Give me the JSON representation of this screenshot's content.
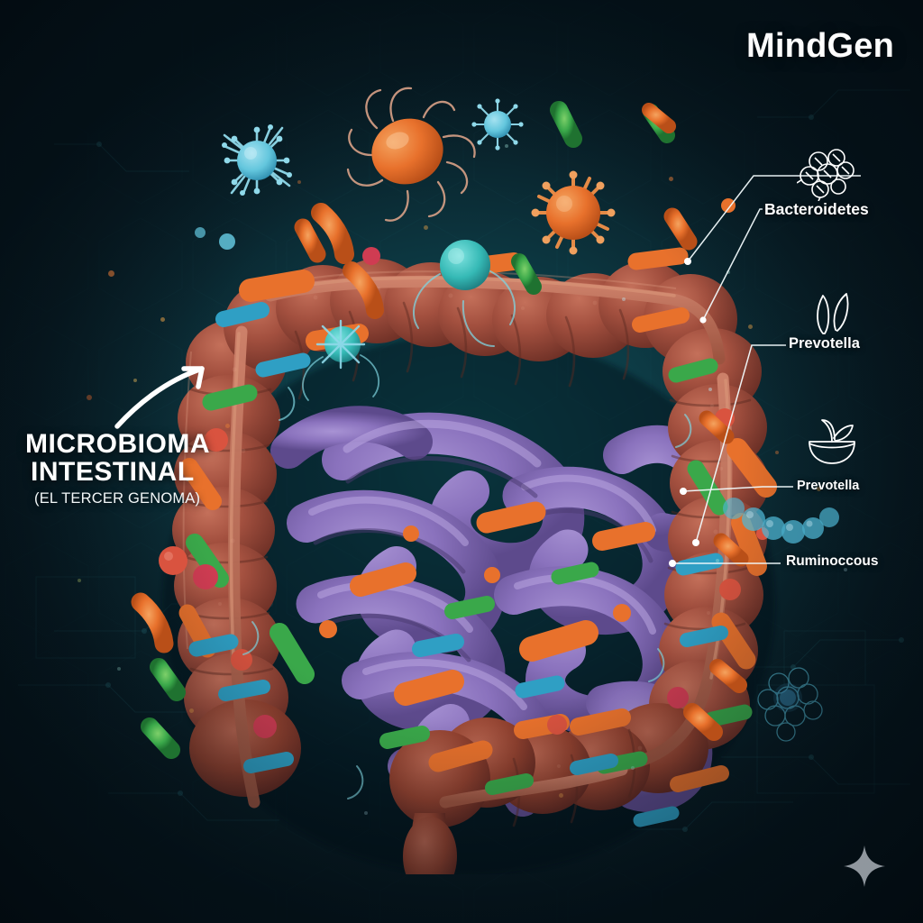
{
  "brand": {
    "name": "MindGen"
  },
  "title": {
    "line1": "MICROBIOMA",
    "line2": "INTESTINAL",
    "subtitle": "(EL TERCER GENOMA)"
  },
  "callouts": [
    {
      "id": "bacteroidetes",
      "label": "Bacteroidetes",
      "icon": "cocci-cluster-icon"
    },
    {
      "id": "prevotella-1",
      "label": "Prevotella",
      "icon": "leaf-sprout-icon"
    },
    {
      "id": "prevotella-2",
      "label": "Prevotella",
      "icon": "bowl-plant-icon"
    },
    {
      "id": "ruminoccous",
      "label": "Ruminoccous",
      "icon": "coccus-chain-icon"
    }
  ],
  "decorations": {
    "sparkle": "four-point-star-icon",
    "arrow": "curved-arrow-icon",
    "molecule_cluster": "molecule-cluster-icon"
  },
  "colors": {
    "background_deep": "#06161d",
    "background_teal": "#12545c",
    "colon": "#a3503f",
    "small_intestine": "#8a72bd",
    "bacteria_orange": "#e8712c",
    "bacteria_green": "#3aa84a",
    "bacteria_blue": "#2f9fc4",
    "bacteria_red": "#cf3c52",
    "virus_blue": "#63c6dd",
    "label_text": "#ffffff",
    "leader_line": "#f2fbfd"
  }
}
